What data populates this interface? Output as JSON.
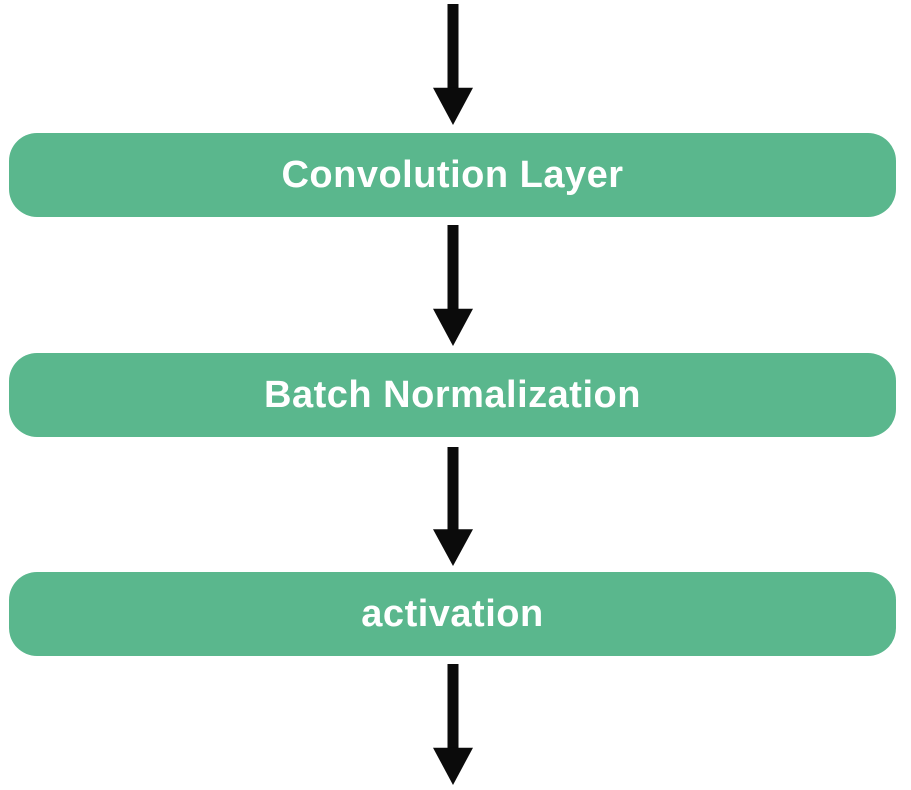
{
  "diagram": {
    "title": "convolution-block-flow",
    "colors": {
      "background": "#ffffff",
      "node_fill": "#5ab78d",
      "node_text": "#ffffff",
      "arrow": "#0b0b0b"
    },
    "nodes": [
      {
        "label": "Convolution Layer"
      },
      {
        "label": "Batch Normalization"
      },
      {
        "label": "activation"
      }
    ],
    "arrows": [
      {
        "name": "input-arrow",
        "direction": "down"
      },
      {
        "name": "conv-to-batchnorm-arrow",
        "direction": "down"
      },
      {
        "name": "batchnorm-to-activation-arrow",
        "direction": "down"
      },
      {
        "name": "output-arrow",
        "direction": "down"
      }
    ]
  }
}
